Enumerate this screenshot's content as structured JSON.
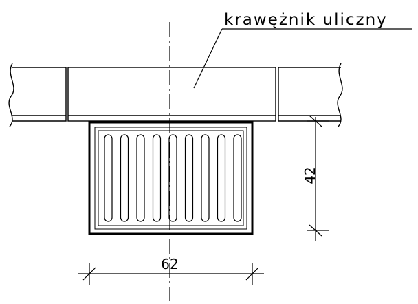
{
  "labels": {
    "curb": "krawężnik uliczny",
    "dim_height": "42",
    "dim_width": "62"
  },
  "colors": {
    "ink": "#000000",
    "background": "#ffffff"
  }
}
